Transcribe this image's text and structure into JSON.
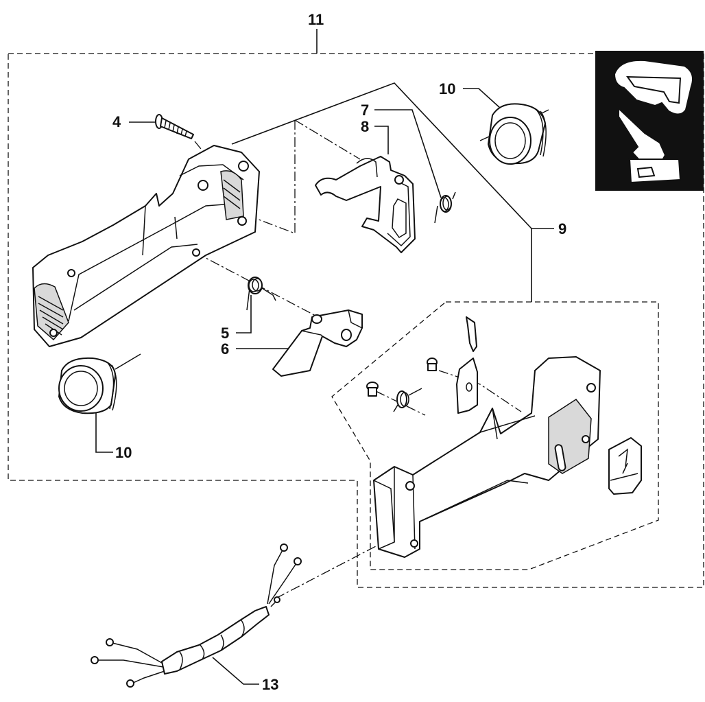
{
  "diagram": {
    "callouts": {
      "c11": "11",
      "c4": "4",
      "c7": "7",
      "c8": "8",
      "c10_top": "10",
      "c9": "9",
      "c5": "5",
      "c6": "6",
      "c10_bottom": "10",
      "c13": "13"
    },
    "colors": {
      "line": "#111111",
      "paper": "#ffffff",
      "inset_background": "#111111",
      "shading": "#d9d9d9"
    }
  }
}
